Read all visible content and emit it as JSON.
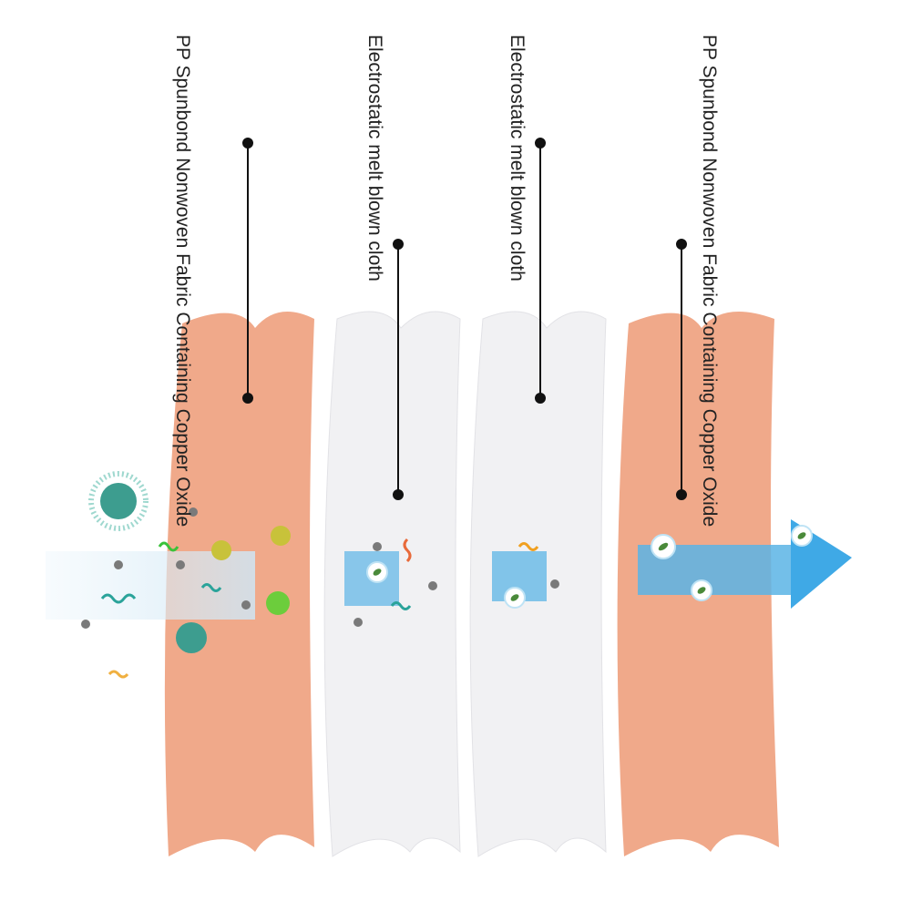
{
  "labels": [
    {
      "line1": "PP Spunbond Nonwoven Fabric",
      "line2": "Containing Copper Oxide"
    },
    {
      "line1": "Electrostatic melt blown cloth"
    },
    {
      "line1": "Electrostatic melt blown cloth"
    },
    {
      "line1": "PP Spunbond Nonwoven Fabric",
      "line2": "Containing Copper Oxide"
    }
  ],
  "colors": {
    "copper_layer": "#f0a98a",
    "meltblown_layer": "#f3f3f4",
    "airflow_light": "#d6eaf6",
    "airflow": "#5bb4e5",
    "arrow_head": "#3fa9e6",
    "bacteria": "#3d9d8f",
    "particle": "#7a7a7a"
  }
}
